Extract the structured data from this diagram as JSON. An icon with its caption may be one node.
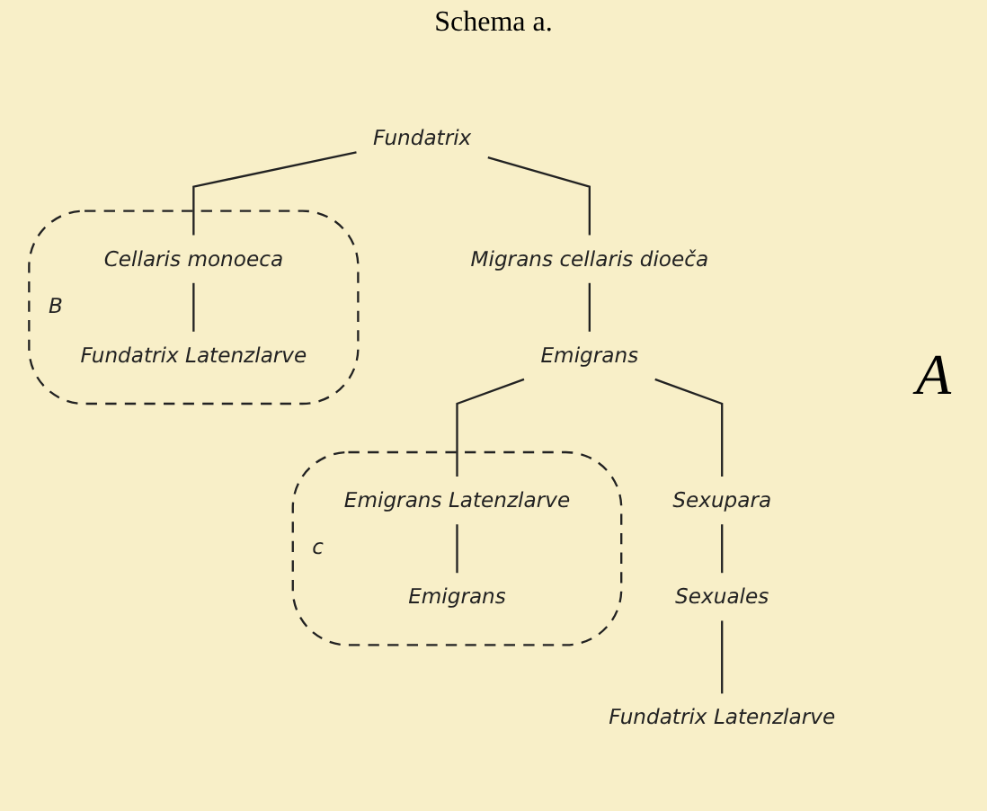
{
  "diagram": {
    "title": "Schema a.",
    "nodes": [
      {
        "text": [
          "Fundatrix"
        ]
      },
      {
        "text": [
          "B"
        ]
      },
      {
        "text": [
          "Cellaris monoeca"
        ],
        "in": 1
      },
      {
        "text": [
          "Migrans cellaris dioeča"
        ]
      },
      {
        "text": [
          "Fundatrix Latenzlarve"
        ],
        "in": 1
      },
      {
        "text": [
          "Emigrans"
        ]
      },
      {
        "text": [
          "c"
        ]
      },
      {
        "text": [
          "Emigrans Latenzlarve"
        ],
        "in": 6
      },
      {
        "text": [
          "Sexupara"
        ]
      },
      {
        "text": [
          "Emigrans"
        ],
        "in": 6
      },
      {
        "text": [
          "Sexuales"
        ]
      },
      {
        "text": [
          "Fundatrix Latenzlarve"
        ]
      }
    ],
    "edges": [
      {
        "from": 0,
        "to": 2,
        "arrow": "none"
      },
      {
        "from": 0,
        "to": 3,
        "arrow": "none"
      },
      {
        "from": 2,
        "to": 4,
        "arrow": "none"
      },
      {
        "from": 3,
        "to": 5,
        "arrow": "none"
      },
      {
        "from": 5,
        "to": 7,
        "arrow": "none"
      },
      {
        "from": 5,
        "to": 8,
        "arrow": "none"
      },
      {
        "from": 7,
        "to": 9,
        "arrow": "none"
      },
      {
        "from": 8,
        "to": 10,
        "arrow": "none"
      },
      {
        "from": 10,
        "to": 11,
        "arrow": "none"
      }
    ],
    "labels": [
      "A"
    ]
  }
}
